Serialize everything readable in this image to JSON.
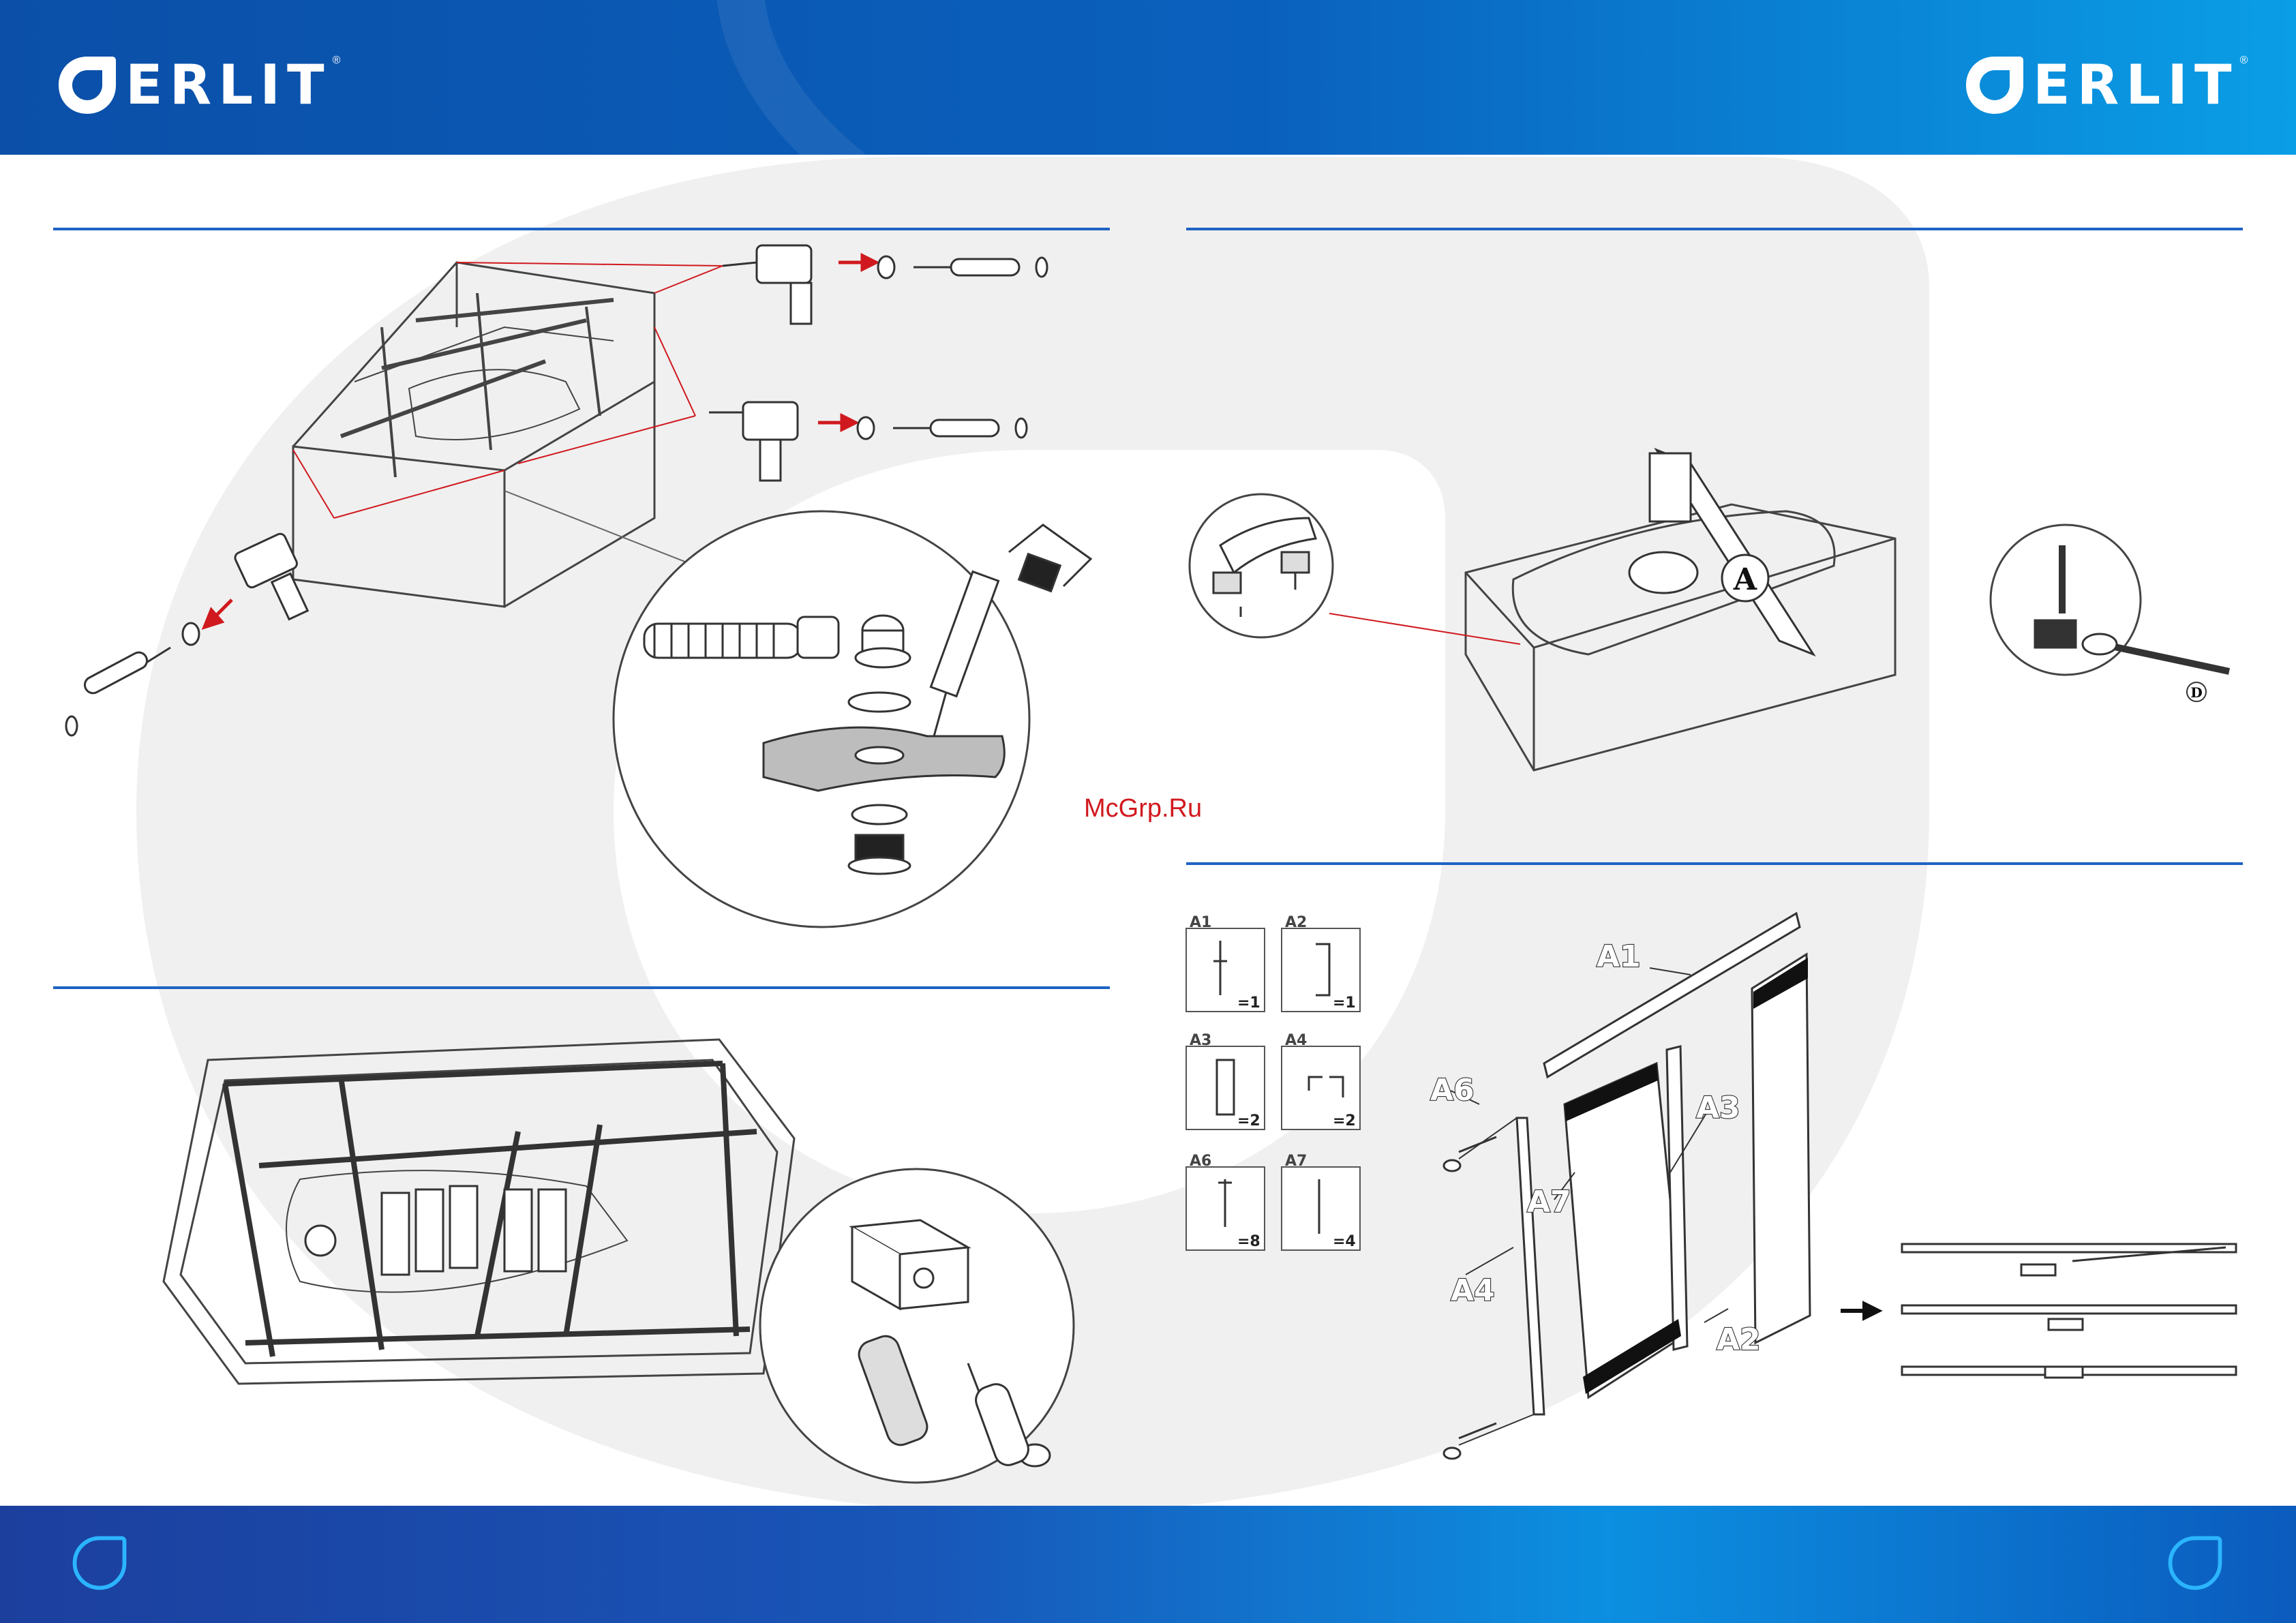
{
  "brand": {
    "name": "ERLIT",
    "registered": "®"
  },
  "colors": {
    "header_blue": "#0b4fa8",
    "accent_blue": "#1e63c3",
    "arrow_red": "#d0191e"
  },
  "watermark": "McGrp.Ru",
  "assembly": {
    "parts": [
      {
        "id": "A1",
        "qty": "=1"
      },
      {
        "id": "A2",
        "qty": "=1"
      },
      {
        "id": "A3",
        "qty": "=2"
      },
      {
        "id": "A4",
        "qty": "=2"
      },
      {
        "id": "A6",
        "qty": "=8"
      },
      {
        "id": "A7",
        "qty": "=4"
      }
    ],
    "callouts": [
      "A1",
      "A2",
      "A3",
      "A4",
      "A6",
      "A7"
    ]
  },
  "drain_detail": {
    "label_a": "A",
    "label_d": "D"
  },
  "icons": [
    "erlit-logo-icon",
    "footer-drop-icon",
    "drill-icon",
    "screwdriver-icon",
    "wrench-icon",
    "siphon-icon",
    "caulk-gun-icon"
  ]
}
